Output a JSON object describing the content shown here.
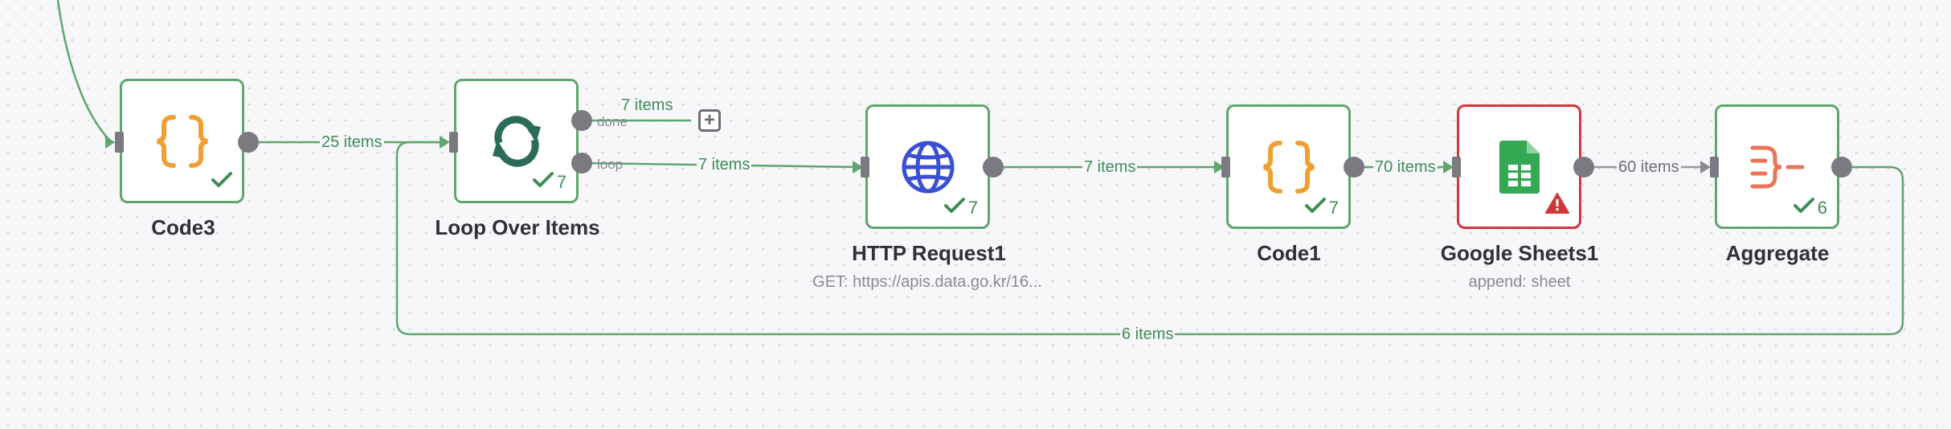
{
  "colors": {
    "success": "#5fa56e",
    "success_text": "#3e8c56",
    "error": "#d0373b",
    "wire": "#5fa56e",
    "handle": "#7a7a80",
    "code_icon": "#f0a032",
    "loop_icon": "#2b6b5a",
    "http_icon": "#3a4fd6",
    "sheets_icon": "#34a853",
    "aggregate_icon": "#e8745a"
  },
  "nodes": {
    "code3": {
      "title": "Code3",
      "icon": "code-braces-icon",
      "status": "success"
    },
    "loop": {
      "title": "Loop Over Items",
      "icon": "loop-arrows-icon",
      "count": "7",
      "outputs": {
        "done": "done",
        "loop": "loop"
      }
    },
    "http": {
      "title": "HTTP Request1",
      "subtitle": "GET: https://apis.data.go.kr/16...",
      "icon": "globe-icon",
      "count": "7"
    },
    "code1": {
      "title": "Code1",
      "icon": "code-braces-icon",
      "count": "7"
    },
    "sheets": {
      "title": "Google Sheets1",
      "subtitle": "append: sheet",
      "icon": "google-sheets-icon",
      "status": "error"
    },
    "aggregate": {
      "title": "Aggregate",
      "icon": "aggregate-icon",
      "count": "6"
    }
  },
  "edges": {
    "code3_to_loop": "25 items",
    "loop_done": "7 items",
    "loop_to_http": "7 items",
    "http_to_code1": "7 items",
    "code1_to_sheets": "70 items",
    "sheets_to_aggregate": "60 items",
    "aggregate_to_loop": "6 items"
  },
  "add_button": "+"
}
